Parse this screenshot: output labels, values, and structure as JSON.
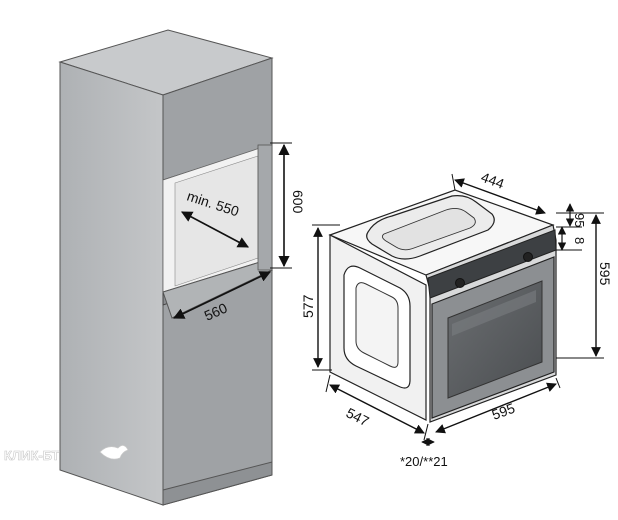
{
  "diagram": {
    "colors": {
      "cabinet_front": "#9fa2a5",
      "cabinet_side": "#b9bcbe",
      "cabinet_top": "#c8cacc",
      "cabinet_niche": "#7f8285",
      "oven_glass": "#5a5d60",
      "oven_panel": "#8c8f92",
      "line": "#222222",
      "watermark": "#d0d0d0"
    },
    "labels": {
      "niche_depth": "min. 550",
      "niche_height": "600",
      "niche_width": "560",
      "oven_depth_top": "444",
      "panel_height_a": "95",
      "panel_height_b": "8",
      "oven_height_total": "595",
      "oven_body_height": "577",
      "oven_depth": "547",
      "oven_width": "595",
      "front_thickness": "*20/**21"
    },
    "watermark": "КЛИК-БТ"
  }
}
